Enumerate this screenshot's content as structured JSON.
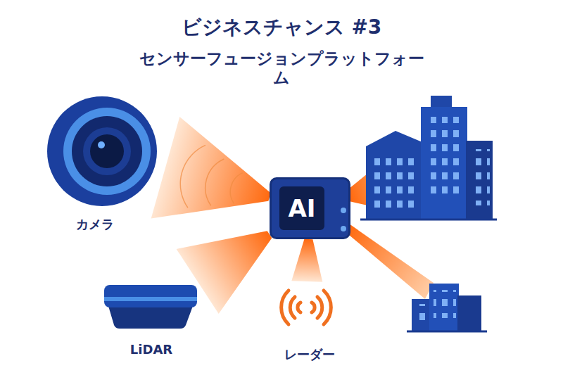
{
  "diagram": {
    "title": "ビジネスチャンス #3",
    "nodes": [
      {
        "text": [
          "カメラ"
        ]
      },
      {
        "text": [
          "AI"
        ]
      },
      {
        "text": [
          "LiDAR"
        ]
      },
      {
        "text": [
          "レーダー"
        ]
      }
    ],
    "edges": [
      {
        "from": 0,
        "to": 1,
        "arrow": "none"
      },
      {
        "from": 2,
        "to": 1,
        "arrow": "none"
      },
      {
        "from": 3,
        "to": 1,
        "arrow": "none"
      }
    ],
    "labels": [
      "センサーフュージョンプラットフォーム"
    ]
  }
}
